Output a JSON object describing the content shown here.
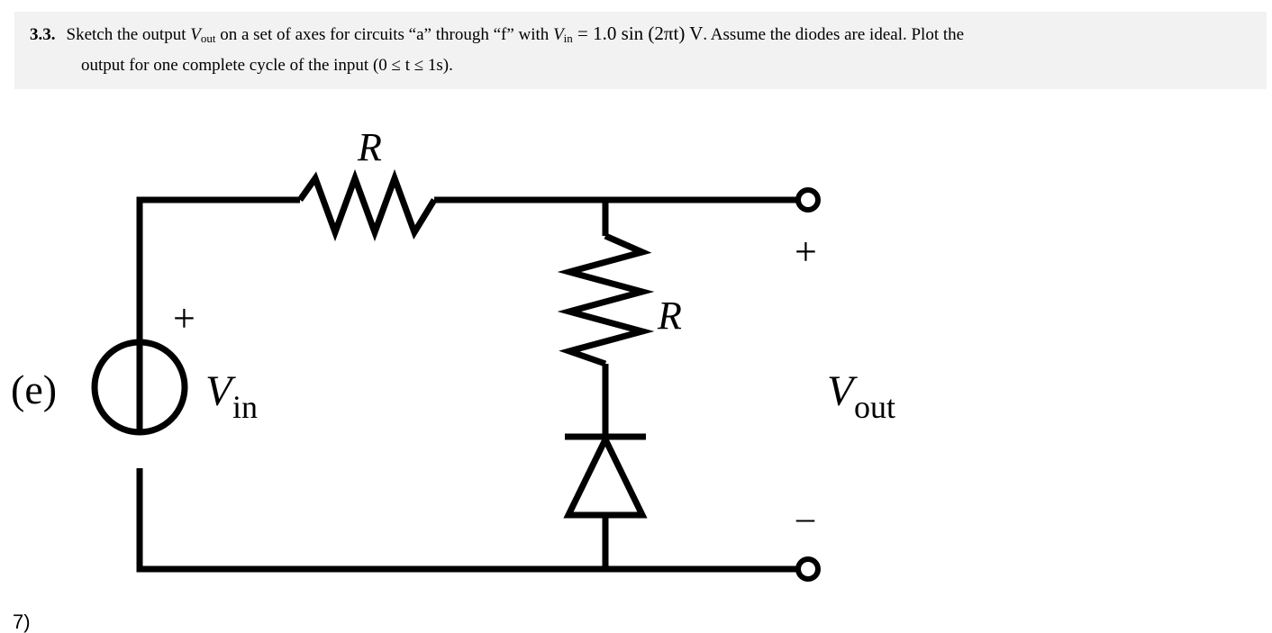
{
  "problem": {
    "number": "3.3.",
    "text_line1_a": "Sketch the output ",
    "vout_symbol": "V",
    "vout_sub": "out",
    "text_line1_b": " on a set of axes for circuits “a” through “f” with ",
    "vin_symbol": "V",
    "vin_sub": "in",
    "equation": " = 1.0  sin (2πt) V",
    "text_line1_c": ". Assume the diodes are ideal. Plot the",
    "text_line2": "output for one complete cycle of the input (0 ≤ t ≤ 1s)."
  },
  "circuit": {
    "label": "(e)",
    "resistor_top_label": "R",
    "resistor_shunt_label": "R",
    "vin_label_main": "V",
    "vin_label_sub": "in",
    "vin_plus": "+",
    "vout_label_main": "V",
    "vout_label_sub": "out",
    "vout_plus": "+",
    "vout_minus": "–"
  },
  "footer": {
    "cutoff_text": "7)"
  }
}
